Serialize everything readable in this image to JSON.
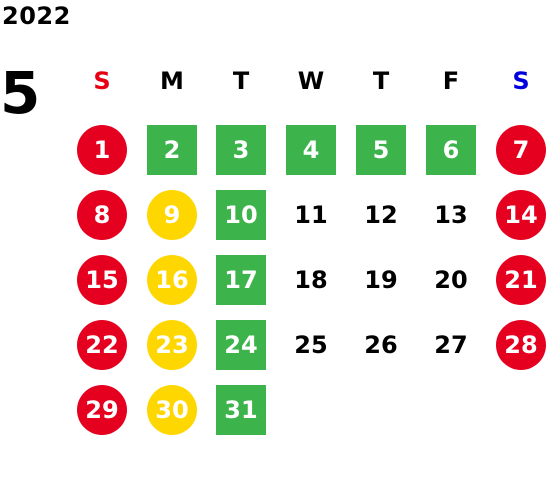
{
  "year": "2022",
  "month": "5",
  "weekdays": [
    {
      "label": "S",
      "color": "#e60012"
    },
    {
      "label": "M",
      "color": "#000000"
    },
    {
      "label": "T",
      "color": "#000000"
    },
    {
      "label": "W",
      "color": "#000000"
    },
    {
      "label": "T",
      "color": "#000000"
    },
    {
      "label": "F",
      "color": "#000000"
    },
    {
      "label": "S",
      "color": "#0000dd"
    }
  ],
  "colors": {
    "red": "#e60020",
    "yellow": "#ffd700",
    "green": "#3cb44b"
  },
  "weeks": [
    [
      {
        "d": "1",
        "s": "red"
      },
      {
        "d": "2",
        "s": "green"
      },
      {
        "d": "3",
        "s": "green"
      },
      {
        "d": "4",
        "s": "green"
      },
      {
        "d": "5",
        "s": "green"
      },
      {
        "d": "6",
        "s": "green"
      },
      {
        "d": "7",
        "s": "red"
      }
    ],
    [
      {
        "d": "8",
        "s": "red"
      },
      {
        "d": "9",
        "s": "yellow"
      },
      {
        "d": "10",
        "s": "green"
      },
      {
        "d": "11",
        "s": "plain"
      },
      {
        "d": "12",
        "s": "plain"
      },
      {
        "d": "13",
        "s": "plain"
      },
      {
        "d": "14",
        "s": "red"
      }
    ],
    [
      {
        "d": "15",
        "s": "red"
      },
      {
        "d": "16",
        "s": "yellow"
      },
      {
        "d": "17",
        "s": "green"
      },
      {
        "d": "18",
        "s": "plain"
      },
      {
        "d": "19",
        "s": "plain"
      },
      {
        "d": "20",
        "s": "plain"
      },
      {
        "d": "21",
        "s": "red"
      }
    ],
    [
      {
        "d": "22",
        "s": "red"
      },
      {
        "d": "23",
        "s": "yellow"
      },
      {
        "d": "24",
        "s": "green"
      },
      {
        "d": "25",
        "s": "plain"
      },
      {
        "d": "26",
        "s": "plain"
      },
      {
        "d": "27",
        "s": "plain"
      },
      {
        "d": "28",
        "s": "red"
      }
    ],
    [
      {
        "d": "29",
        "s": "red"
      },
      {
        "d": "30",
        "s": "yellow"
      },
      {
        "d": "31",
        "s": "green"
      }
    ]
  ]
}
